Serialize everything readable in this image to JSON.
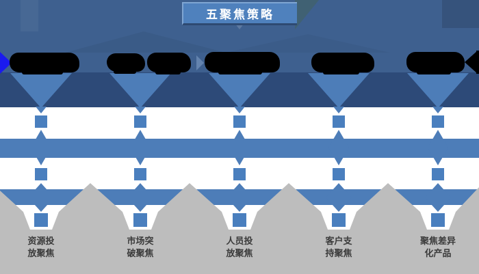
{
  "title": "五聚焦策略",
  "columns": [
    {
      "label1": "资源投",
      "label2": "放聚焦"
    },
    {
      "label1": "市场突",
      "label2": "破聚焦"
    },
    {
      "label1": "人员投",
      "label2": "放聚焦"
    },
    {
      "label1": "客户支",
      "label2": "持聚焦"
    },
    {
      "label1": "聚焦差异",
      "label2": "化产品"
    }
  ],
  "colors": {
    "header_bg": "#3e608f",
    "navy_band": "#2d4a78",
    "primary_blue": "#4d7db8",
    "square_blue": "#4a7fbe",
    "title_box": "#4f81bd",
    "mountain_gray": "#bdbdbd",
    "redaction_black": "#000000",
    "accent_arrow_blue": "#1a1aef",
    "white": "#ffffff",
    "label_text": "#3b3b3b"
  }
}
